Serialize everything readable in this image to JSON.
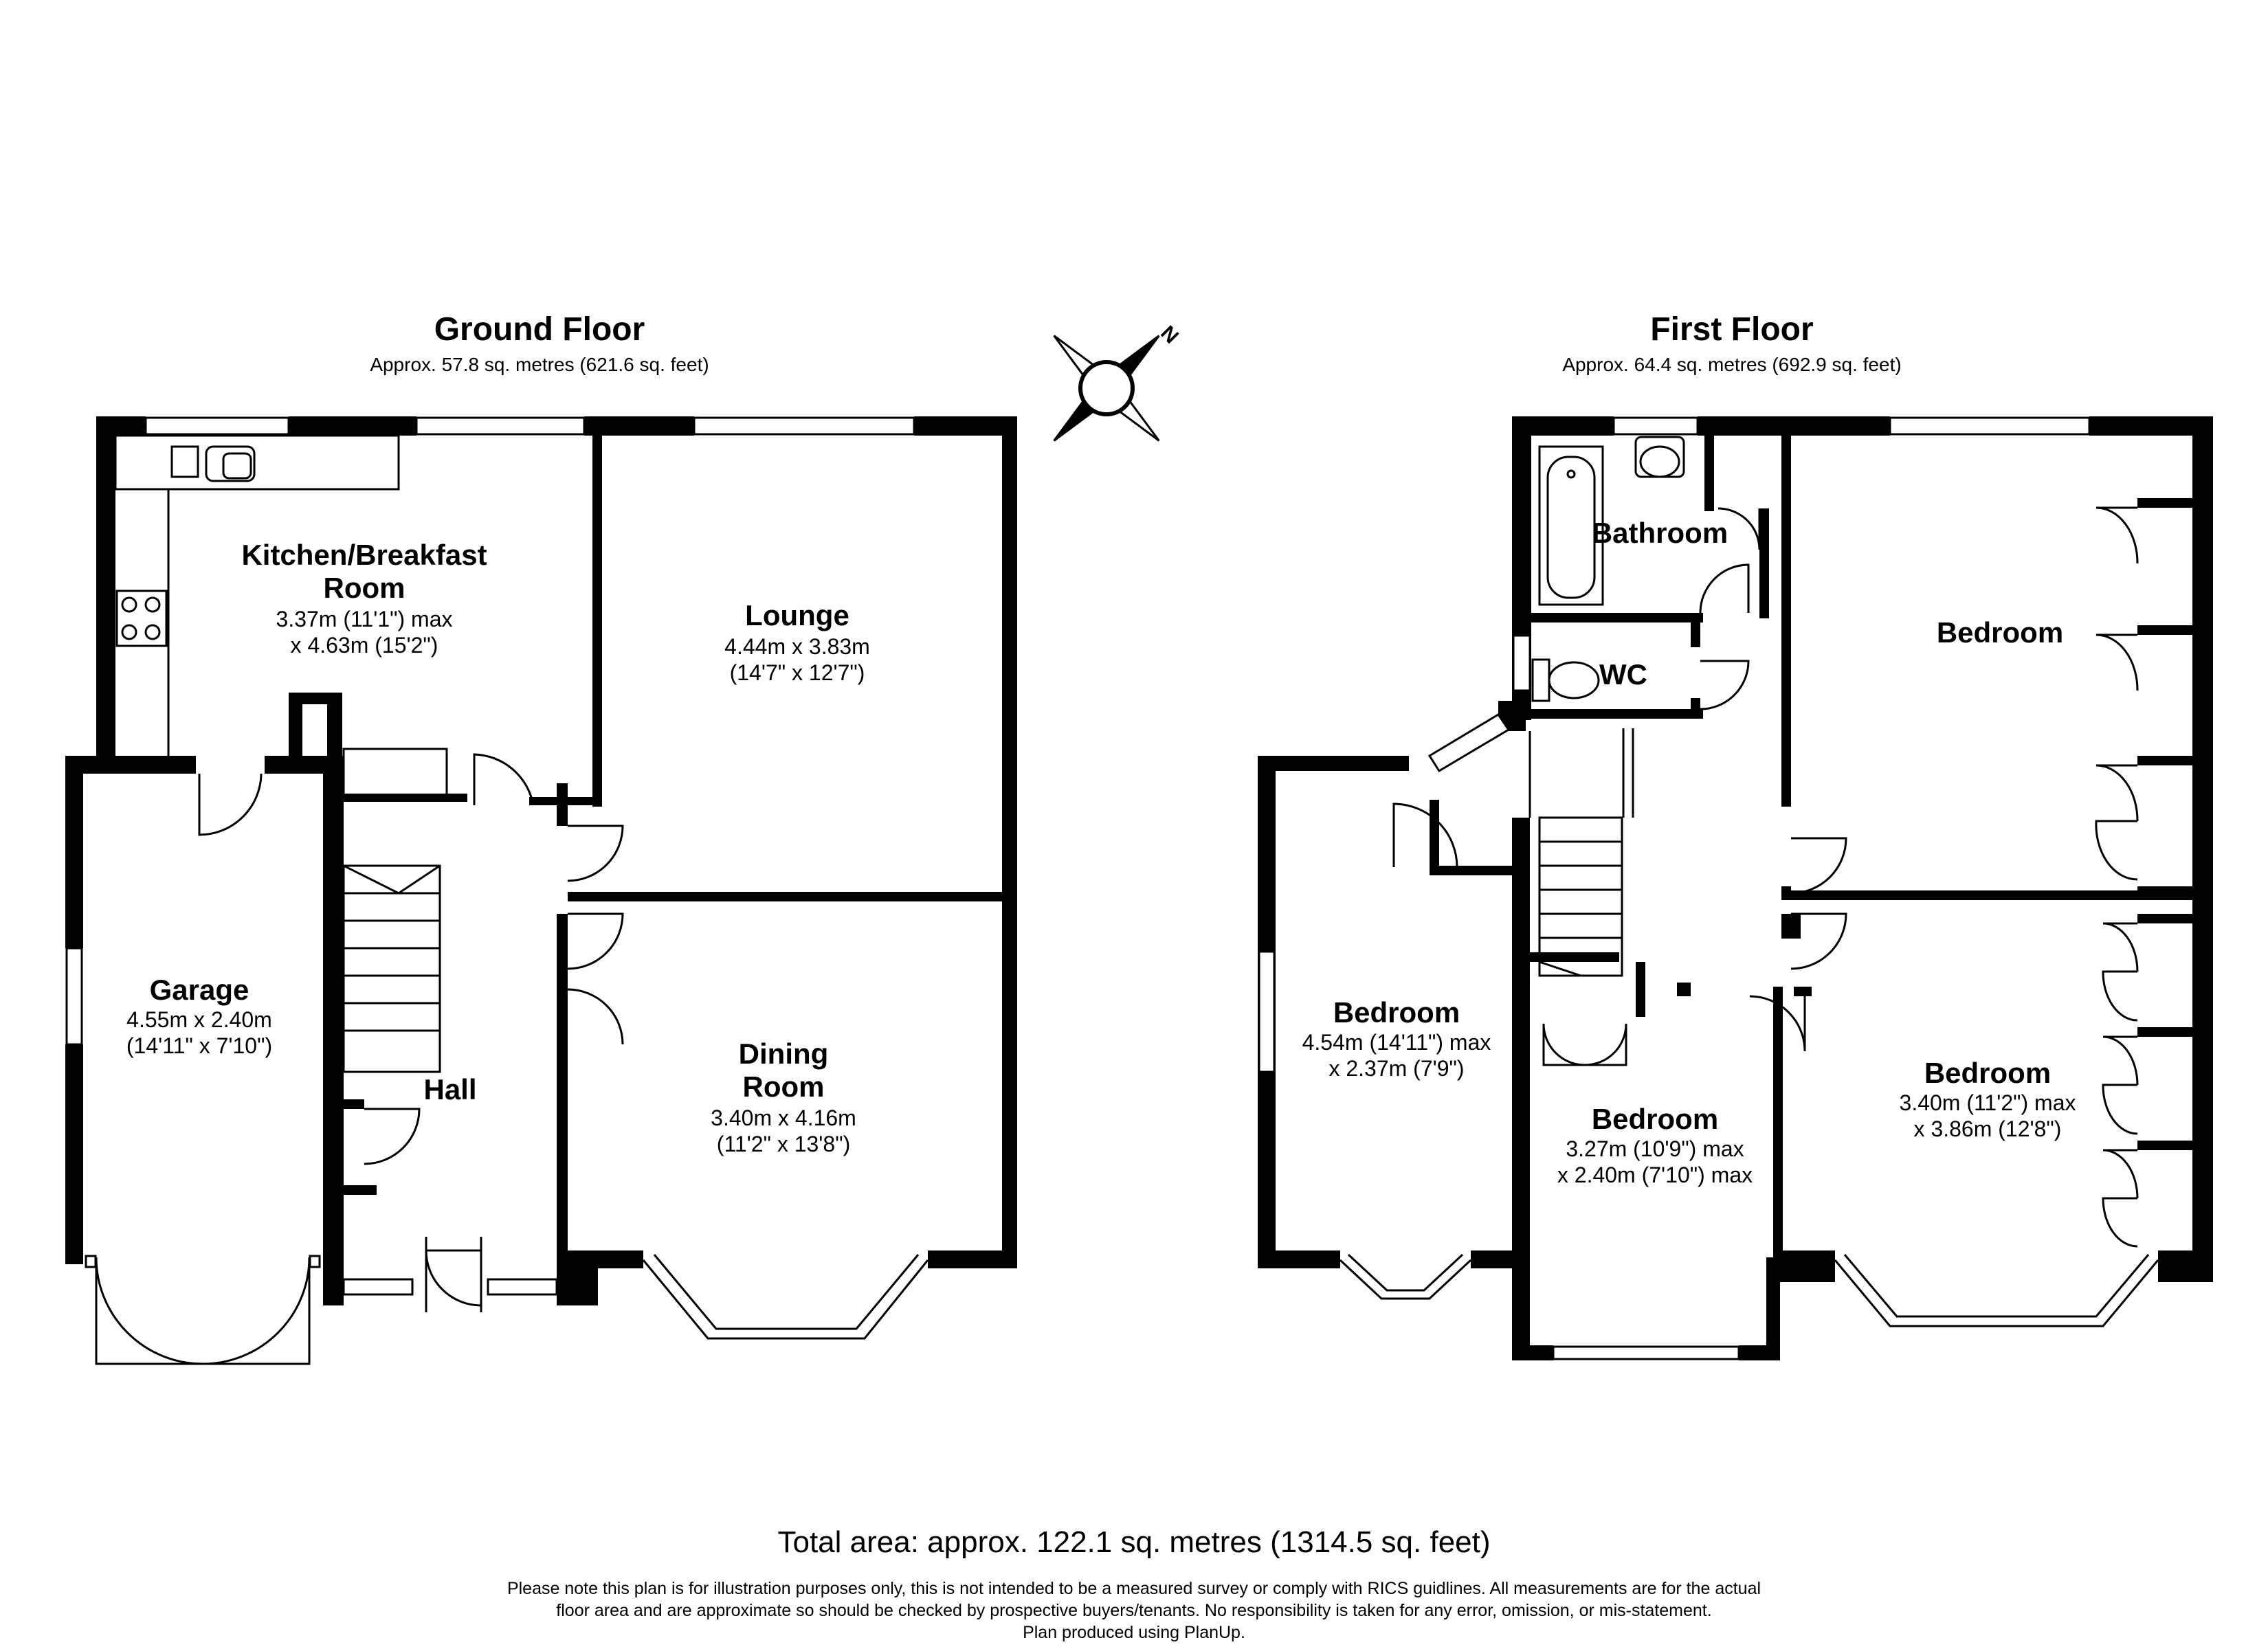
{
  "ground_floor": {
    "title": "Ground Floor",
    "area": "Approx. 57.8 sq. metres (621.6 sq. feet)",
    "rooms": {
      "kitchen": {
        "name_line1": "Kitchen/Breakfast",
        "name_line2": "Room",
        "dim_line1": "3.37m (11'1\") max",
        "dim_line2": "x 4.63m (15'2\")"
      },
      "lounge": {
        "name": "Lounge",
        "dim_line1": "4.44m x 3.83m",
        "dim_line2": "(14'7\" x 12'7\")"
      },
      "garage": {
        "name": "Garage",
        "dim_line1": "4.55m x 2.40m",
        "dim_line2": "(14'11\" x 7'10\")"
      },
      "hall": {
        "name": "Hall"
      },
      "dining": {
        "name_line1": "Dining",
        "name_line2": "Room",
        "dim_line1": "3.40m x 4.16m",
        "dim_line2": "(11'2\" x 13'8\")"
      }
    }
  },
  "first_floor": {
    "title": "First Floor",
    "area": "Approx. 64.4 sq. metres (692.9 sq. feet)",
    "rooms": {
      "bathroom": {
        "name": "Bathroom"
      },
      "wc": {
        "name": "WC"
      },
      "bedroom_rear": {
        "name": "Bedroom"
      },
      "bedroom_left": {
        "name": "Bedroom",
        "dim_line1": "4.54m (14'11\") max",
        "dim_line2": "x 2.37m (7'9\")"
      },
      "bedroom_front_mid": {
        "name": "Bedroom",
        "dim_line1": "3.27m (10'9\") max",
        "dim_line2": "x 2.40m (7'10\") max"
      },
      "bedroom_front_right": {
        "name": "Bedroom",
        "dim_line1": "3.40m (11'2\") max",
        "dim_line2": "x 3.86m (12'8\")"
      }
    }
  },
  "compass": {
    "label": "N",
    "icon": "compass-icon"
  },
  "footer": {
    "total": "Total area: approx. 122.1 sq. metres (1314.5 sq. feet)",
    "note_line1": "Please note this plan is for illustration purposes only, this is not intended to be a measured survey or comply with RICS guidlines. All measurements are for the actual",
    "note_line2": "floor area and are approximate so should be checked by prospective buyers/tenants. No responsibility is taken for any error, omission, or mis-statement.",
    "note_line3": "Plan produced using PlanUp."
  }
}
